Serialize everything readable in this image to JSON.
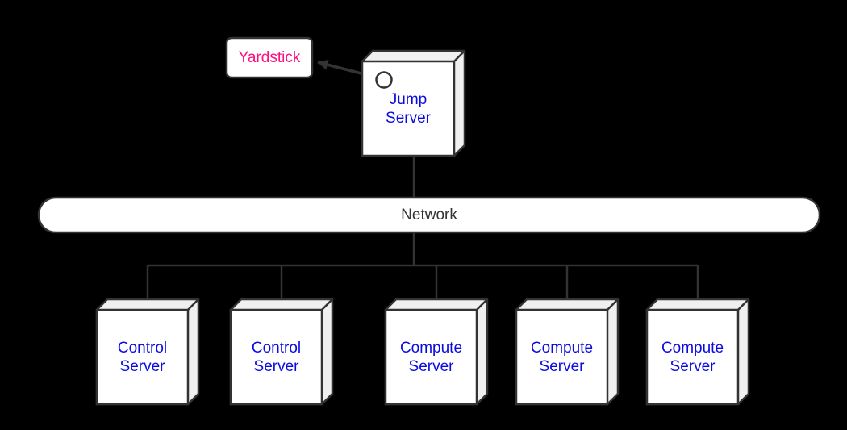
{
  "diagram": {
    "yardstick": {
      "label": "Yardstick"
    },
    "jump_server": {
      "label": "Jump Server"
    },
    "network": {
      "label": "Network"
    },
    "servers": [
      {
        "label": "Control Server"
      },
      {
        "label": "Control Server"
      },
      {
        "label": "Compute Server"
      },
      {
        "label": "Compute Server"
      },
      {
        "label": "Compute Server"
      }
    ],
    "icons": [
      {
        "name": "connector-circle-icon"
      },
      {
        "name": "arrow-left-icon"
      }
    ],
    "colors": {
      "background": "#000000",
      "line": "#333333",
      "node_fill": "#ffffff",
      "node_side": "#f0f0f0",
      "server_text": "#0b0be0",
      "yardstick_text": "#ff1080",
      "network_text": "#333333"
    }
  }
}
